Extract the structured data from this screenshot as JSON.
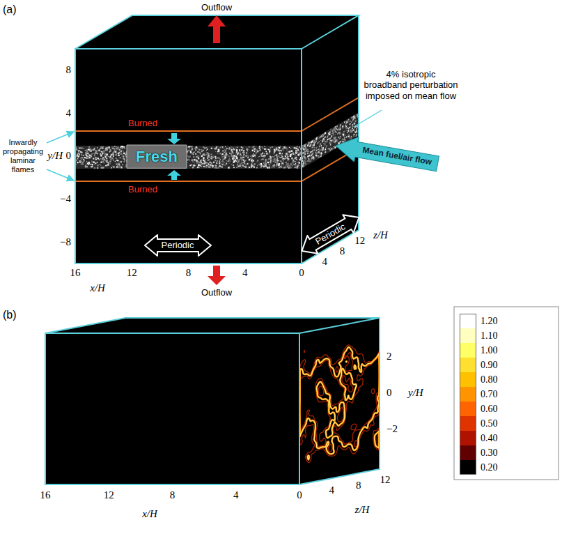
{
  "diagram": {
    "nodes": [
      {
        "text": [
          "Fresh"
        ]
      },
      {
        "text": [
          "Mean fuel/air flow"
        ]
      },
      {
        "text": [
          "Periodic"
        ]
      },
      {
        "text": [
          "Periodic"
        ]
      }
    ],
    "labels": [
      "(a)",
      "Outflow",
      "Inwardly propagating laminar flames",
      "4% isotropic broadband perturbation imposed on mean flow",
      "y/H",
      "8",
      "4",
      "0",
      "−4",
      "−8",
      "Burned",
      "Burned",
      "16",
      "12",
      "8",
      "4",
      "0",
      "x/H",
      "4",
      "8",
      "12",
      "z/H",
      "Outflow",
      "(b)",
      "2",
      "0",
      "−2",
      "y/H",
      "16",
      "12",
      "8",
      "4",
      "0",
      "x/H",
      "4",
      "8",
      "12",
      "z/H"
    ],
    "legend": [
      {
        "text": "1.20",
        "color": "#ffffff"
      },
      {
        "text": "1.10",
        "color": "#ffffc0"
      },
      {
        "text": "1.00",
        "color": "#ffff66"
      },
      {
        "text": "0.90",
        "color": "#ffe030"
      },
      {
        "text": "0.80",
        "color": "#ffc000"
      },
      {
        "text": "0.70",
        "color": "#ff9400"
      },
      {
        "text": "0.60",
        "color": "#ff6400"
      },
      {
        "text": "0.50",
        "color": "#e03400"
      },
      {
        "text": "0.40",
        "color": "#b01200"
      },
      {
        "text": "0.30",
        "color": "#600000"
      },
      {
        "text": "0.20",
        "color": "#000000"
      }
    ]
  }
}
